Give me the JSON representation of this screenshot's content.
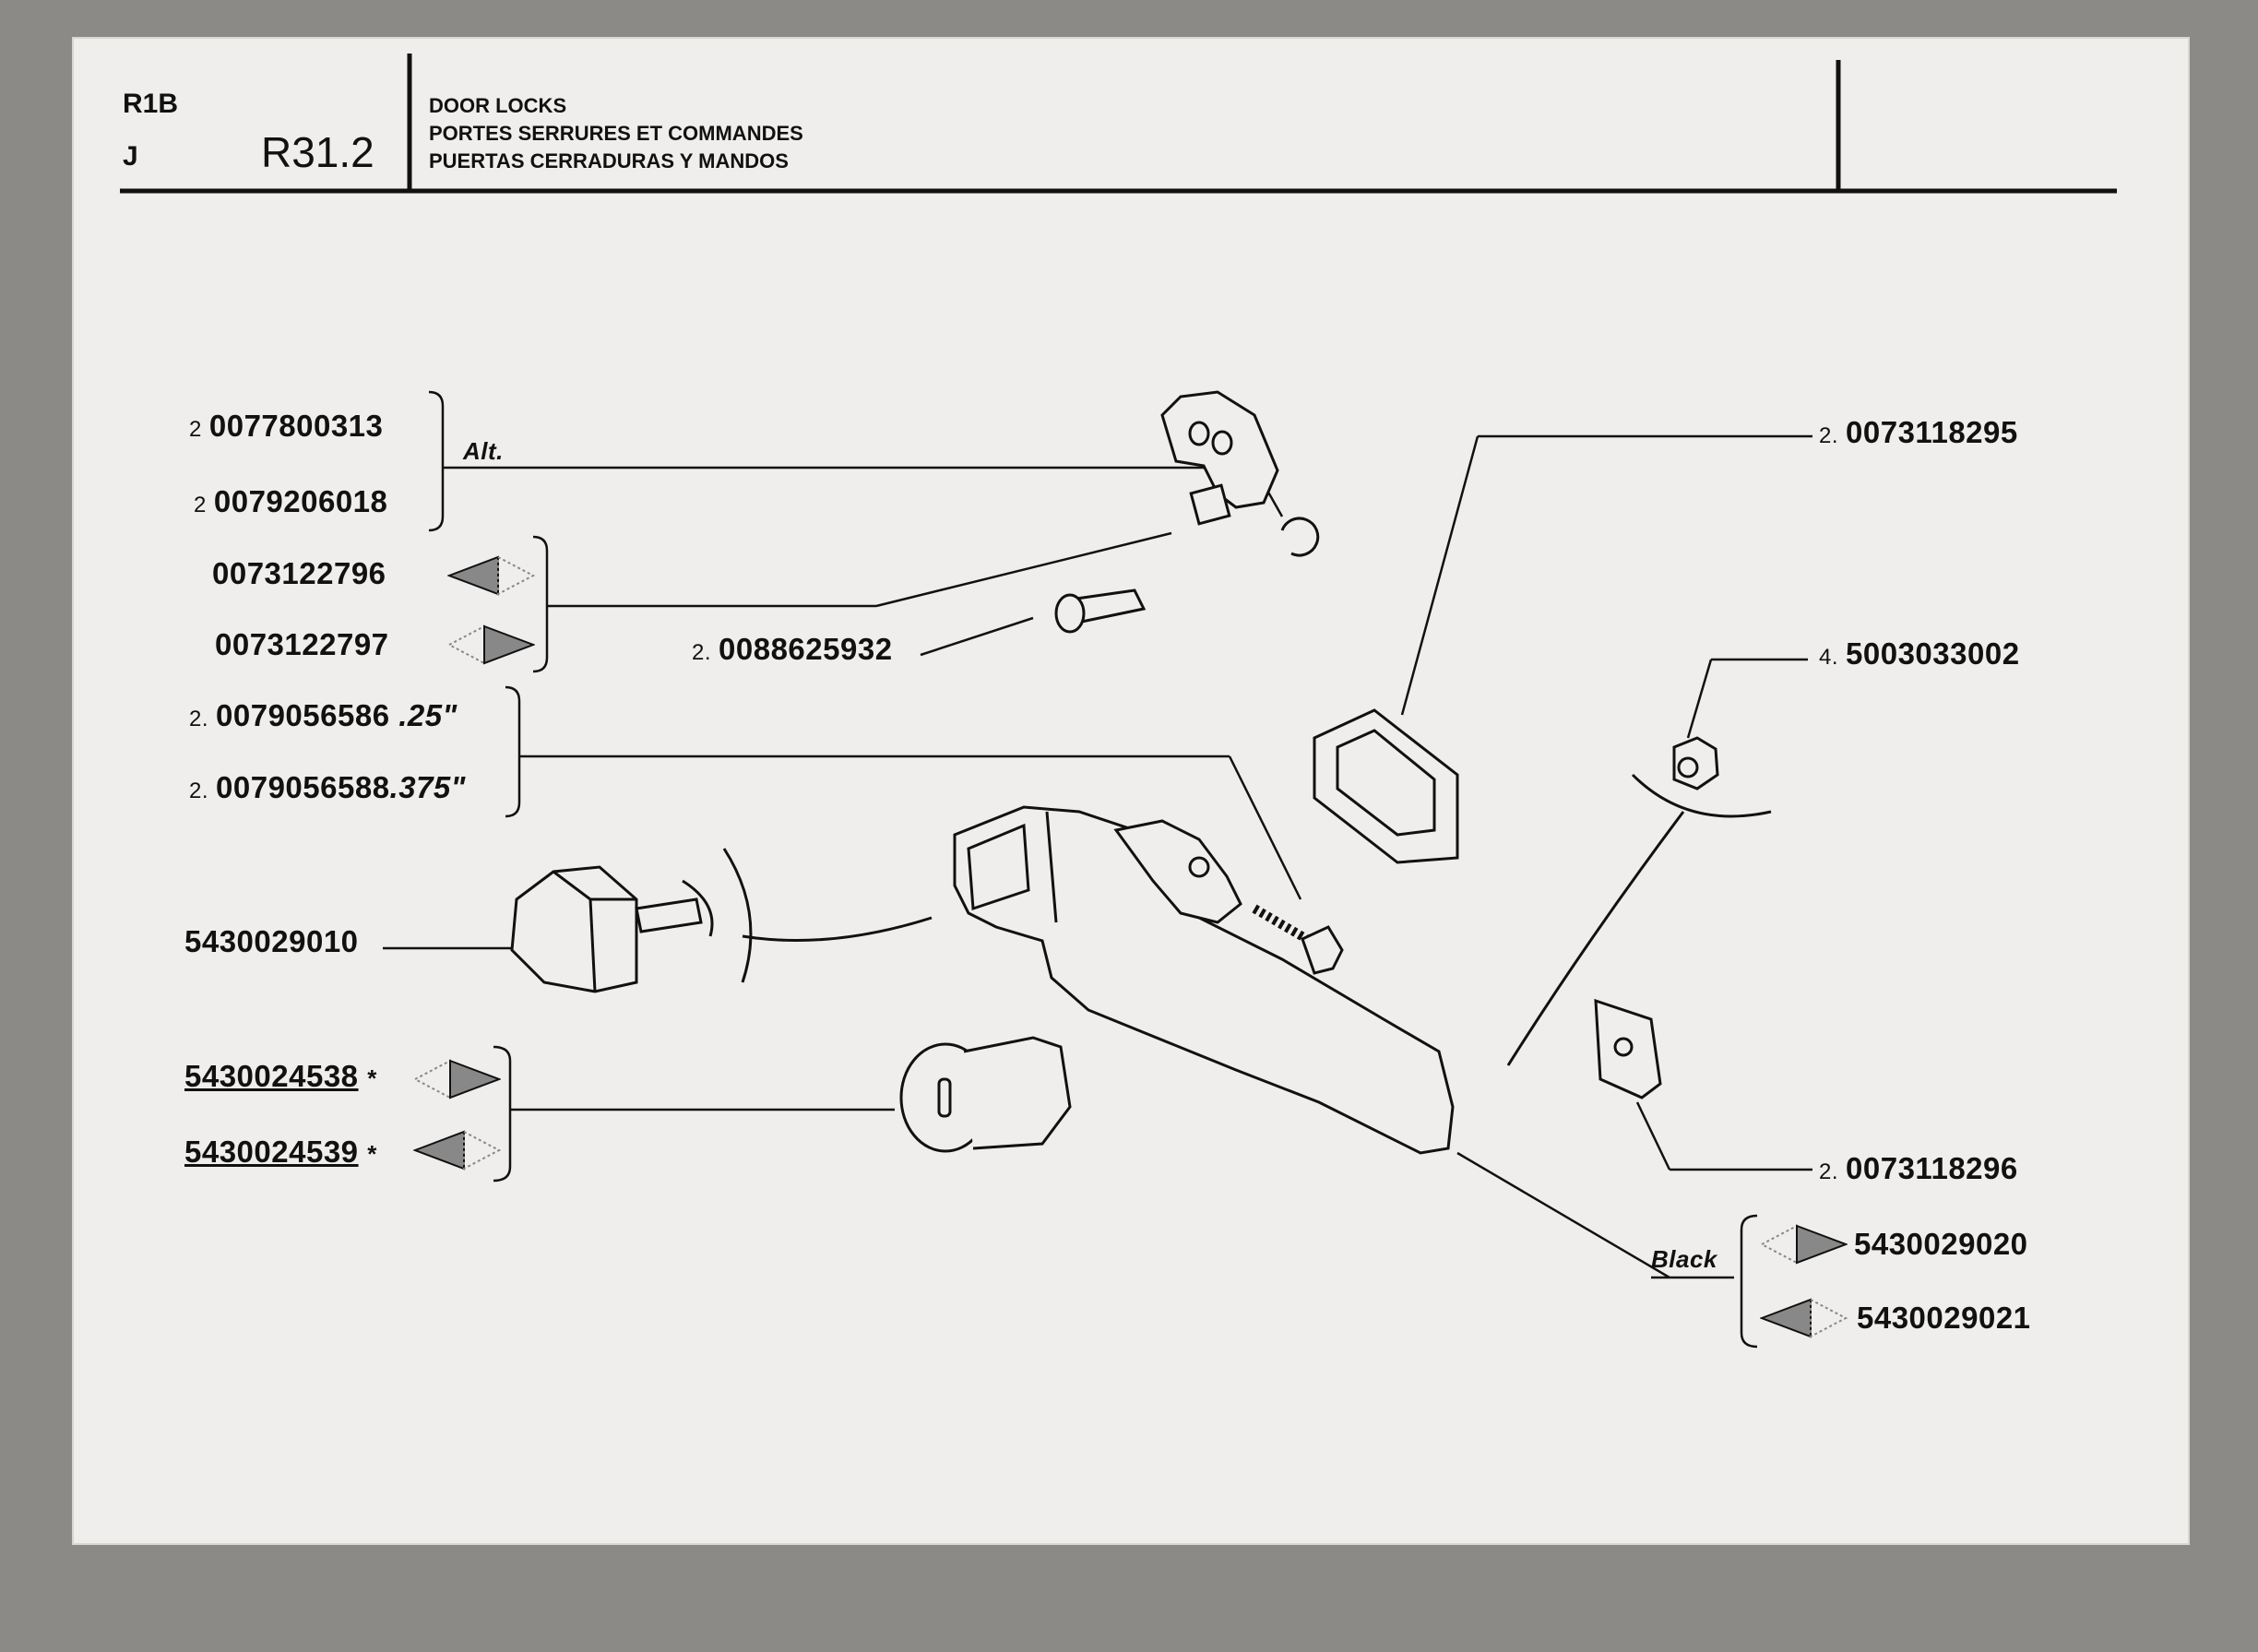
{
  "header": {
    "model": "R1B",
    "variant": "J",
    "section": "R31.2",
    "title_en": "DOOR LOCKS",
    "title_fr": "PORTES SERRURES ET COMMANDES",
    "title_es": "PUERTAS CERRADURAS Y MANDOS"
  },
  "parts": {
    "p1": {
      "qty": "2",
      "number": "0077800313"
    },
    "p2": {
      "qty": "2",
      "number": "0079206018"
    },
    "alt_label": "Alt.",
    "p3": {
      "number": "0073122796",
      "side": "left"
    },
    "p4": {
      "number": "0073122797",
      "side": "right"
    },
    "p5": {
      "qty": "2.",
      "number": "0088625932"
    },
    "p6": {
      "qty": "2.",
      "number": "0079056586",
      "size": ".25\""
    },
    "p7": {
      "qty": "2.",
      "number": "0079056588",
      "size": ".375\""
    },
    "p8": {
      "number": "5430029010"
    },
    "p9": {
      "number": "5430024538",
      "mark": "*",
      "side": "right"
    },
    "p10": {
      "number": "5430024539",
      "mark": "*",
      "side": "left"
    },
    "p11": {
      "qty": "2.",
      "number": "0073118295"
    },
    "p12": {
      "qty": "4.",
      "number": "5003033002"
    },
    "p13": {
      "qty": "2.",
      "number": "0073118296"
    },
    "black_label": "Black",
    "p14": {
      "number": "5430029020",
      "side": "right"
    },
    "p15": {
      "number": "5430029021",
      "side": "left"
    }
  },
  "colors": {
    "ink": "#111111",
    "paper": "#efeeec",
    "arrow": "#888888"
  }
}
